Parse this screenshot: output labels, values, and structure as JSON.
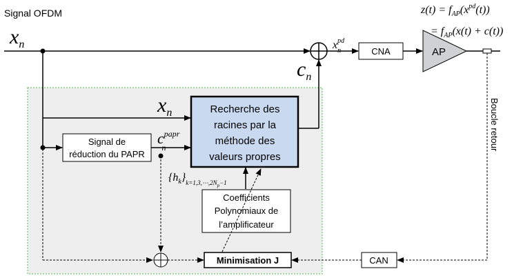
{
  "title": "Signal OFDM",
  "formula": {
    "line1": "z(t) = f",
    "line1_sub": "AP",
    "line1_rest": "(x",
    "line1_sup": "pd",
    "line1_end": "(t))",
    "line2": "= f",
    "line2_sub": "AP",
    "line2_rest": "(x(t) + c(t))"
  },
  "signals": {
    "x_main": "x",
    "x_main_sub": "n",
    "x_inner": "x",
    "x_inner_sub": "n",
    "c_main": "c",
    "c_main_sub": "n",
    "x_pd": "x",
    "x_pd_sup": "pd",
    "x_pd_sub": "n",
    "c_papr": "c",
    "c_papr_sup": "papr",
    "c_papr_sub": "n",
    "h_set": "{h",
    "h_set_sub1": "k",
    "h_set_close": "}",
    "h_set_range": "k=1,3,⋯,2N",
    "h_set_range_sub": "p",
    "h_set_range_end": "−1"
  },
  "blocks": {
    "cna": "CNA",
    "ap": "AP",
    "can": "CAN",
    "papr_line1": "Signal de",
    "papr_line2": "réduction du PAPR",
    "roots_line1": "Recherche des",
    "roots_line2": "racines par la",
    "roots_line3": "méthode des",
    "roots_line4": "valeurs propres",
    "coef_line1": "Coefficients",
    "coef_line2": "Polynomiaux de",
    "coef_line3": "l’amplificateur",
    "minim": "Minimisation J"
  },
  "feedback_label": "Boucle retour",
  "colors": {
    "roots_fill": "#c9d9f0",
    "ap_fill": "#cfd1d4",
    "region_fill": "#eeeeee",
    "region_border": "#55bb55"
  }
}
